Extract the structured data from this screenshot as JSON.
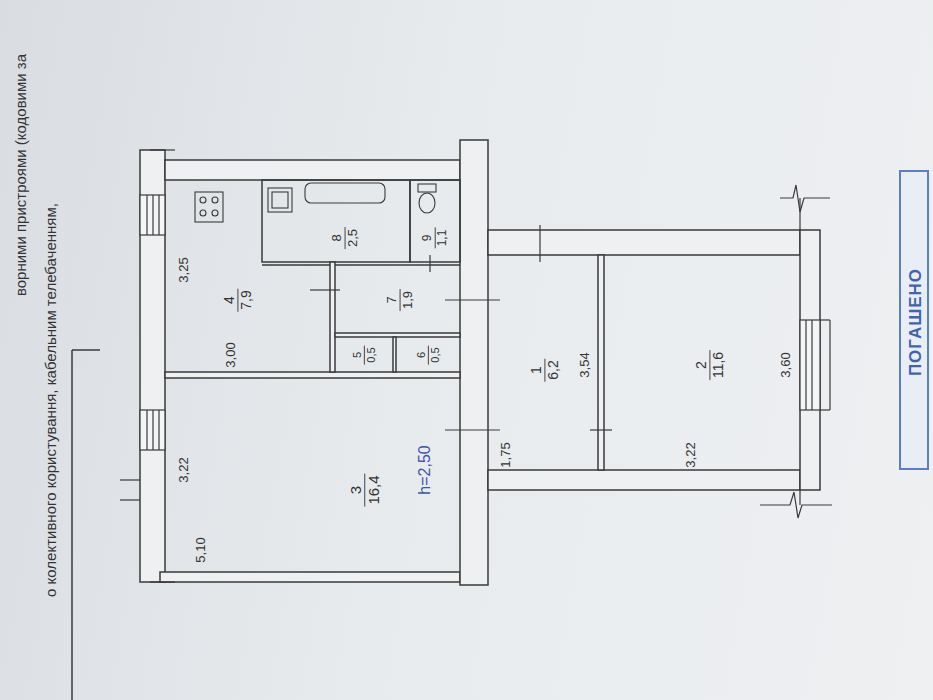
{
  "diagram": {
    "nodes": [
      {
        "text": [
          "4",
          "7,9"
        ]
      },
      {
        "text": [
          "8",
          "2,5"
        ]
      },
      {
        "text": [
          "9",
          "1,1"
        ]
      },
      {
        "text": [
          "7",
          "1,9"
        ]
      },
      {
        "text": [
          "5",
          "0,5"
        ]
      },
      {
        "text": [
          "6",
          "0,5"
        ]
      },
      {
        "text": [
          "3",
          "16,4"
        ]
      },
      {
        "text": [
          "1",
          "6,2"
        ]
      },
      {
        "text": [
          "2",
          "11,6"
        ]
      },
      {
        "text": [
          "ПОГАШЕНО"
        ]
      }
    ],
    "labels": [
      "ворними пристроями (кодовими за",
      "о колективного користування, кабельним телебаченням,",
      "3,25",
      "3,00",
      "3,22",
      "5,10",
      "h=2,50",
      "1,75",
      "3,54",
      "3,22",
      "3,60"
    ]
  }
}
